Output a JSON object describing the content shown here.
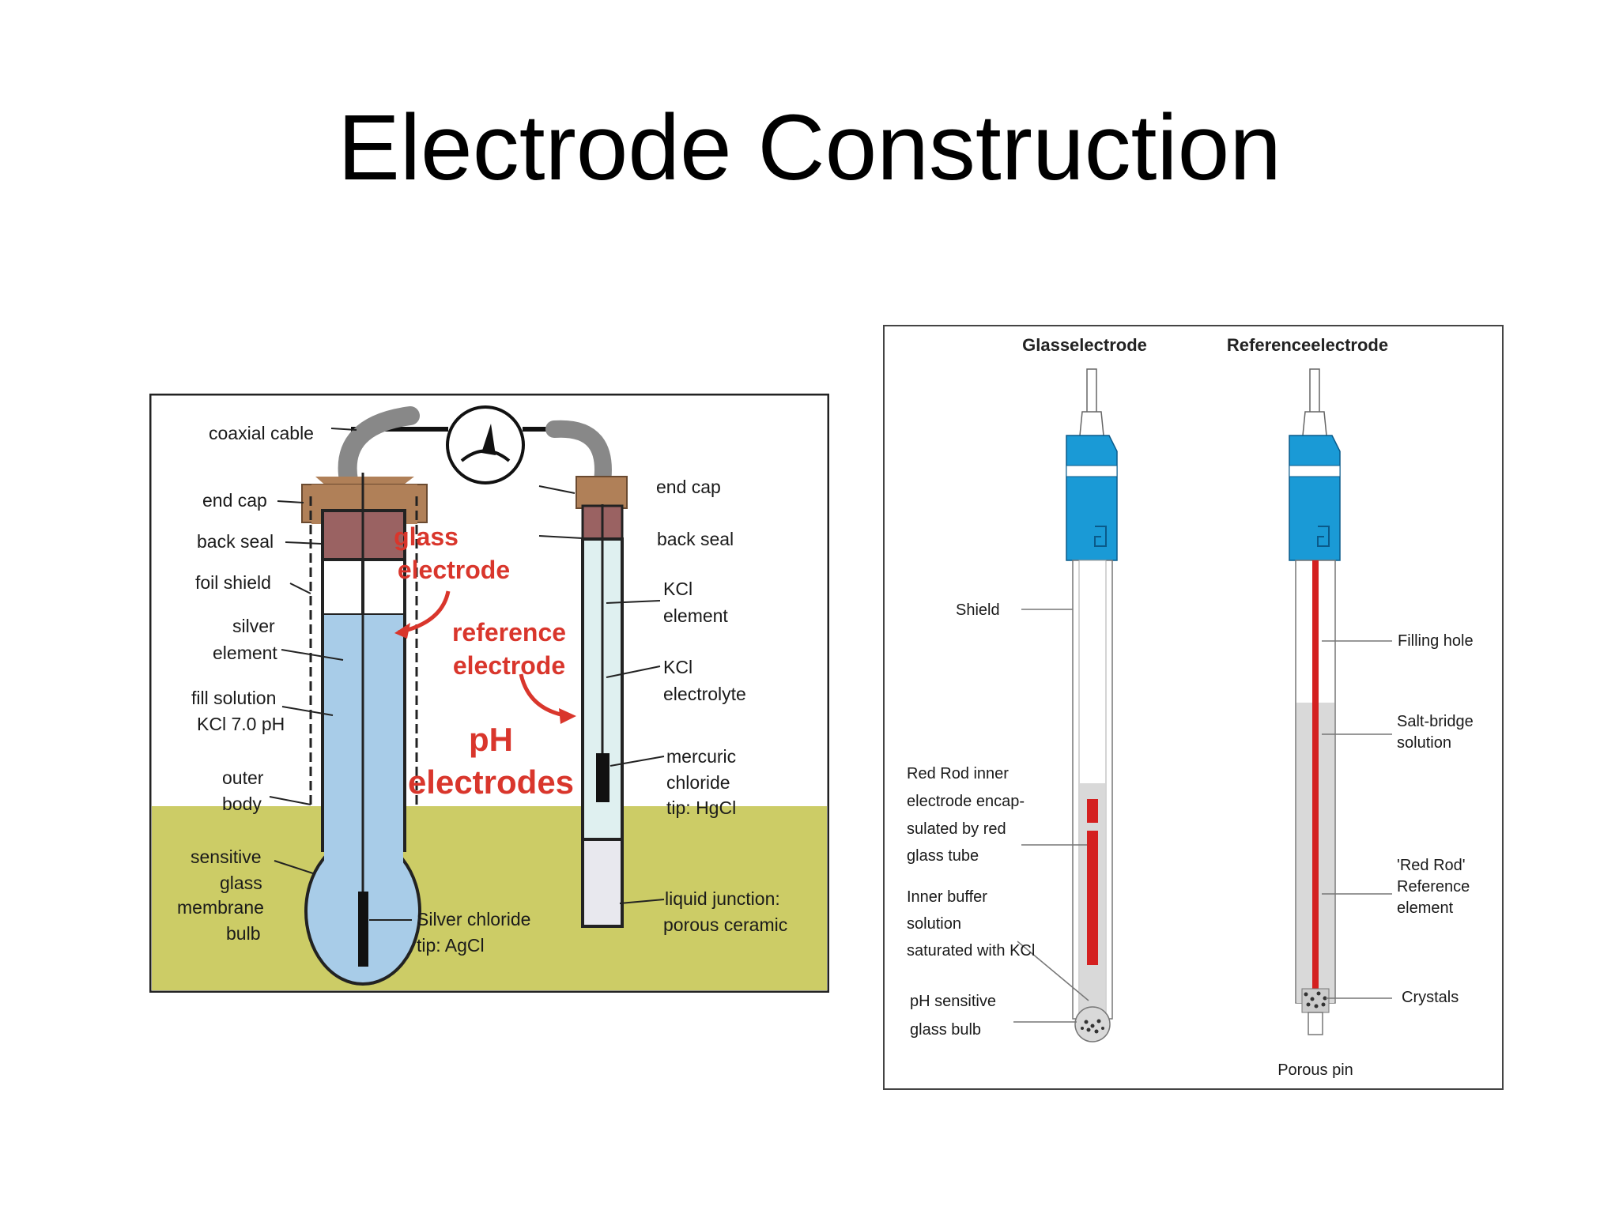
{
  "slide": {
    "title": "Electrode Construction"
  },
  "left_figure": {
    "labels": {
      "coaxial_cable": "coaxial cable",
      "end_cap_left": "end cap",
      "back_seal_left": "back seal",
      "foil_shield": "foil shield",
      "silver_1": "silver",
      "silver_2": "element",
      "fill_1": "fill solution",
      "fill_2": "KCl 7.0 pH",
      "outer_1": "outer",
      "outer_2": "body",
      "sensitive_1": "sensitive",
      "sensitive_2": "glass",
      "sensitive_3": "membrane",
      "sensitive_4": "bulb",
      "agcl_1": "Silver chloride",
      "agcl_2": "tip: AgCl",
      "end_cap_right": "end cap",
      "back_seal_right": "back seal",
      "kcl_el_1": "KCl",
      "kcl_el_2": "element",
      "kcl_ely_1": "KCl",
      "kcl_ely_2": "electrolyte",
      "merc_1": "mercuric",
      "merc_2": "chloride",
      "merc_3": "tip: HgCl",
      "junction_1": "liquid junction:",
      "junction_2": "porous ceramic",
      "glass_1": "glass",
      "glass_2": "electrode",
      "ref_1": "reference",
      "ref_2": "electrode",
      "ph_1": "pH",
      "ph_2": "electrodes"
    },
    "colors": {
      "ground": "#cccc66",
      "solution": "#a8cce8",
      "cap": "#b08058",
      "seal": "#9a6262",
      "reference_fill": "#dff0f0",
      "accent_red": "#d9362c"
    }
  },
  "right_figure": {
    "headers": {
      "glass": "Glasselectrode",
      "reference": "Referenceelectrode"
    },
    "labels": {
      "shield": "Shield",
      "red_rod_1": "Red Rod inner",
      "red_rod_2": "electrode encap-",
      "red_rod_3": "sulated by red",
      "red_rod_4": "glass tube",
      "buffer_1": "Inner buffer",
      "buffer_2": "solution",
      "buffer_3": "saturated with KCl",
      "bulb_1": "pH sensitive",
      "bulb_2": "glass bulb",
      "filling": "Filling  hole",
      "salt_1": "Salt-bridge",
      "salt_2": "solution",
      "redrod_ref_1": "'Red Rod'",
      "redrod_ref_2": "Reference",
      "redrod_ref_3": "element",
      "crystals": "Crystals",
      "porous": "Porous pin"
    },
    "colors": {
      "cap": "#1a9ad6",
      "rod": "#d42020",
      "solution": "#d9d9d9"
    }
  }
}
